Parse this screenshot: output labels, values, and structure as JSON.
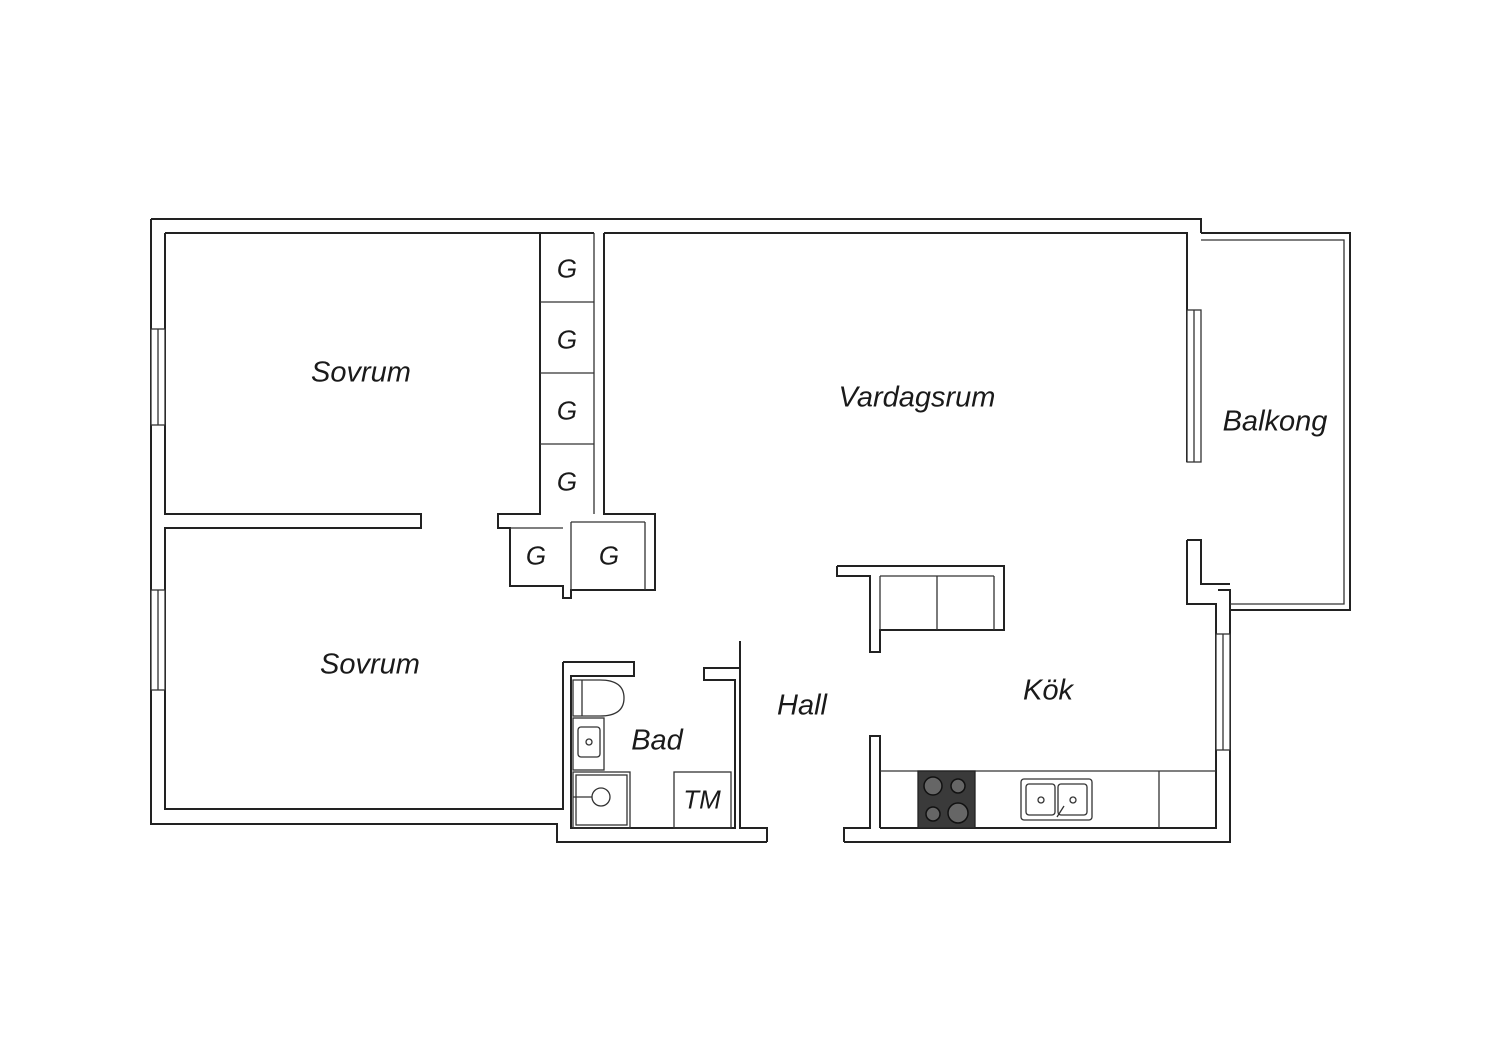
{
  "rooms": {
    "sovrum_upper": "Sovrum",
    "sovrum_lower": "Sovrum",
    "vardagsrum": "Vardagsrum",
    "balkong": "Balkong",
    "hall": "Hall",
    "kok": "Kök",
    "bad": "Bad"
  },
  "fixtures": {
    "wardrobes": [
      "G",
      "G",
      "G",
      "G",
      "G",
      "G"
    ],
    "washing_machine": "TM"
  },
  "colors": {
    "line": "#222222",
    "background": "#ffffff",
    "stove": "#3a3a3a"
  }
}
